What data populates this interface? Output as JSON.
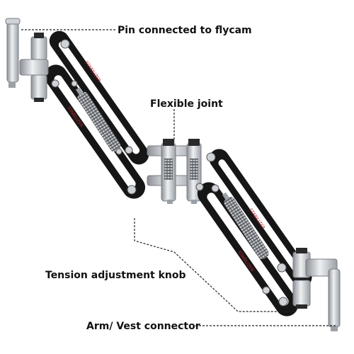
{
  "labels": {
    "pin": "Pin connected to flycam",
    "flexible_joint": "Flexible joint",
    "tension_knob": "Tension adjustment knob",
    "arm_vest": "Arm/ Vest connector"
  },
  "brand_text": "STABILIZER",
  "colors": {
    "arm_body": "#161616",
    "arm_highlight": "#3a3a3a",
    "metal": "#c9ccd0",
    "metal_dark": "#8c9096",
    "spring": "#b5b8bc",
    "brand_red": "#c0262c",
    "label_text": "#111111",
    "leader_line": "#222222"
  }
}
